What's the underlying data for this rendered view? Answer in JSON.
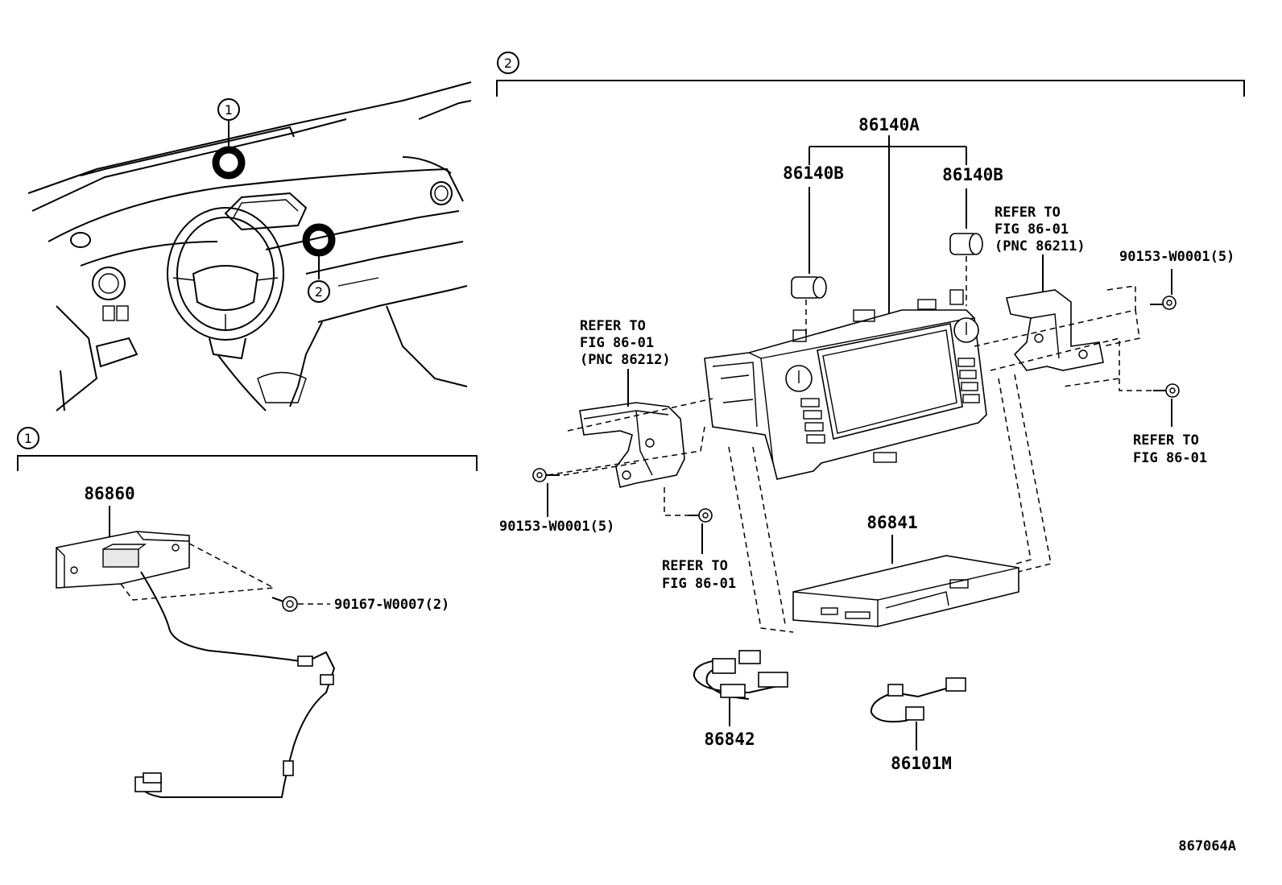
{
  "callouts": {
    "c1": "1",
    "c2": "2"
  },
  "labels": {
    "p86860": "86860",
    "p90167": "90167-W0007(2)",
    "p86140A": "86140A",
    "p86140B_left": "86140B",
    "p86140B_right": "86140B",
    "p90153_left": "90153-W0001(5)",
    "p90153_right": "90153-W0001(5)",
    "p86841": "86841",
    "p86842": "86842",
    "p86101M": "86101M",
    "diagram_id": "867064A"
  },
  "refs": {
    "left_bracket": [
      "REFER TO",
      "FIG 86-01",
      "(PNC 86212)"
    ],
    "right_bracket": [
      "REFER TO",
      "FIG 86-01",
      "(PNC 86211)"
    ],
    "right_bolt": [
      "REFER TO",
      "FIG 86-01"
    ],
    "lower_bolt": [
      "REFER TO",
      "FIG 86-01"
    ]
  }
}
